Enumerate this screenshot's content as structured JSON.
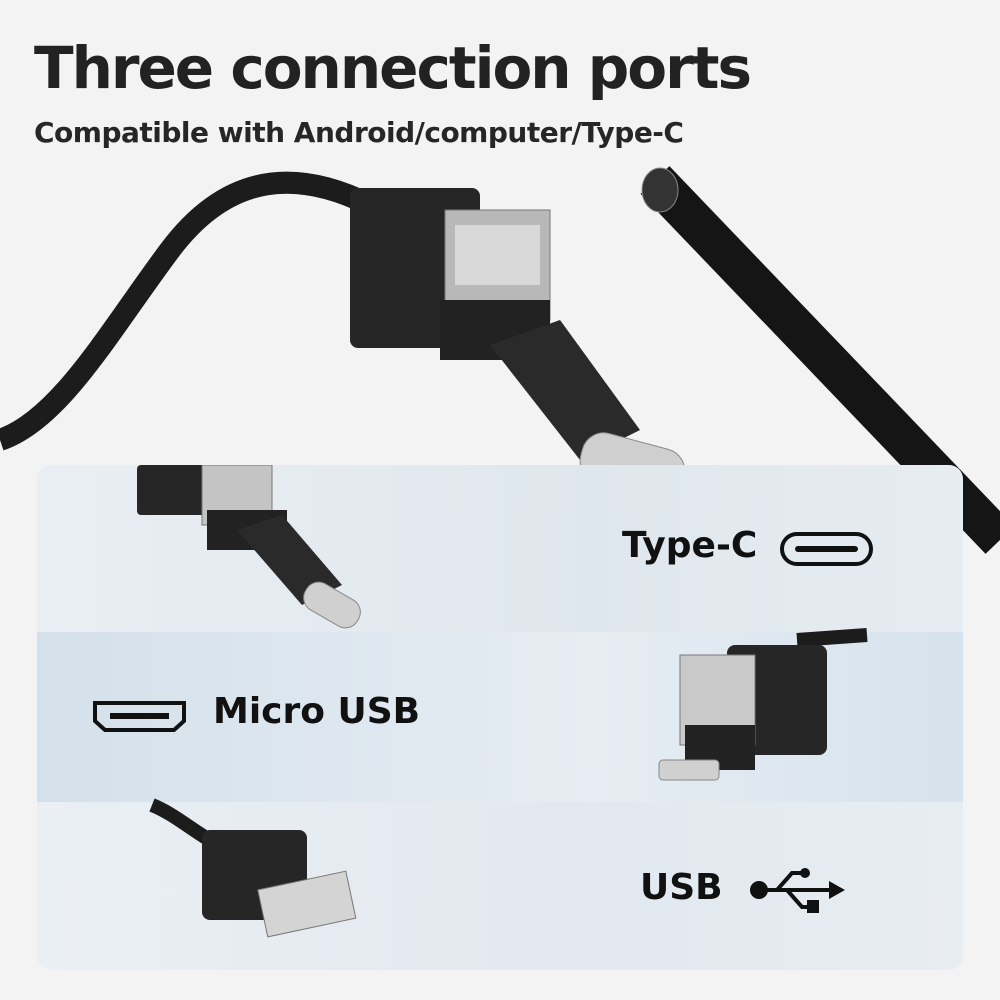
{
  "header": {
    "title": "Three connection ports",
    "subtitle": "Compatible with Android/computer/Type-C"
  },
  "ports": [
    {
      "label": "Type-C",
      "icon": "type-c-port-icon"
    },
    {
      "label": "Micro USB",
      "icon": "micro-usb-port-icon"
    },
    {
      "label": "USB",
      "icon": "usb-symbol-icon"
    }
  ]
}
